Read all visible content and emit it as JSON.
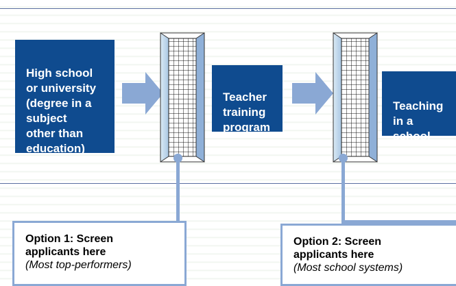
{
  "boxes": {
    "education": "High school\nor university\n(degree in a\nsubject\nother than\neducation)",
    "training": "Teacher\ntraining\nprogram",
    "teaching": "Teaching\nin a\nschool"
  },
  "options": {
    "option1": {
      "title": "Option 1: Screen\napplicants here",
      "subtitle": "(Most top-performers)"
    },
    "option2": {
      "title": "Option 2: Screen\napplicants here",
      "subtitle": "(Most school systems)"
    }
  },
  "colors": {
    "box_fill": "#0f4b8f",
    "arrow_fill": "#8aa8d4",
    "connector": "#8aa8d4",
    "line": "#5a6fa0"
  },
  "icons": [
    "arrow-right-icon",
    "screen-filter-icon"
  ]
}
